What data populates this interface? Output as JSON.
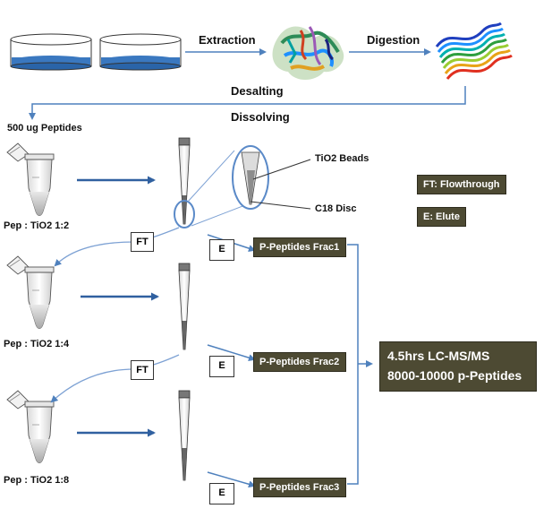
{
  "labels": {
    "extraction": "Extraction",
    "digestion": "Digestion",
    "desalting": "Desalting",
    "dissolving": "Dissolving",
    "peptides": "500 ug Peptides",
    "tio2_beads": "TiO2 Beads",
    "c18_disc": "C18 Disc",
    "ratio_1": "Pep : TiO2  1:2",
    "ratio_2": "Pep : TiO2  1:4",
    "ratio_3": "Pep : TiO2  1:8",
    "ft": "FT",
    "e": "E"
  },
  "legend": {
    "ft": "FT: Flowthrough",
    "e": "E: Elute"
  },
  "fractions": [
    "P-Peptides Frac1",
    "P-Peptides Frac2",
    "P-Peptides Frac3"
  ],
  "result": {
    "line1": "4.5hrs LC-MS/MS",
    "line2": "8000-10000 p-Peptides"
  },
  "colors": {
    "arrow": "#4f81bd",
    "dish_liquid": "#3a78c0",
    "dark_box": "#4d4a33"
  }
}
